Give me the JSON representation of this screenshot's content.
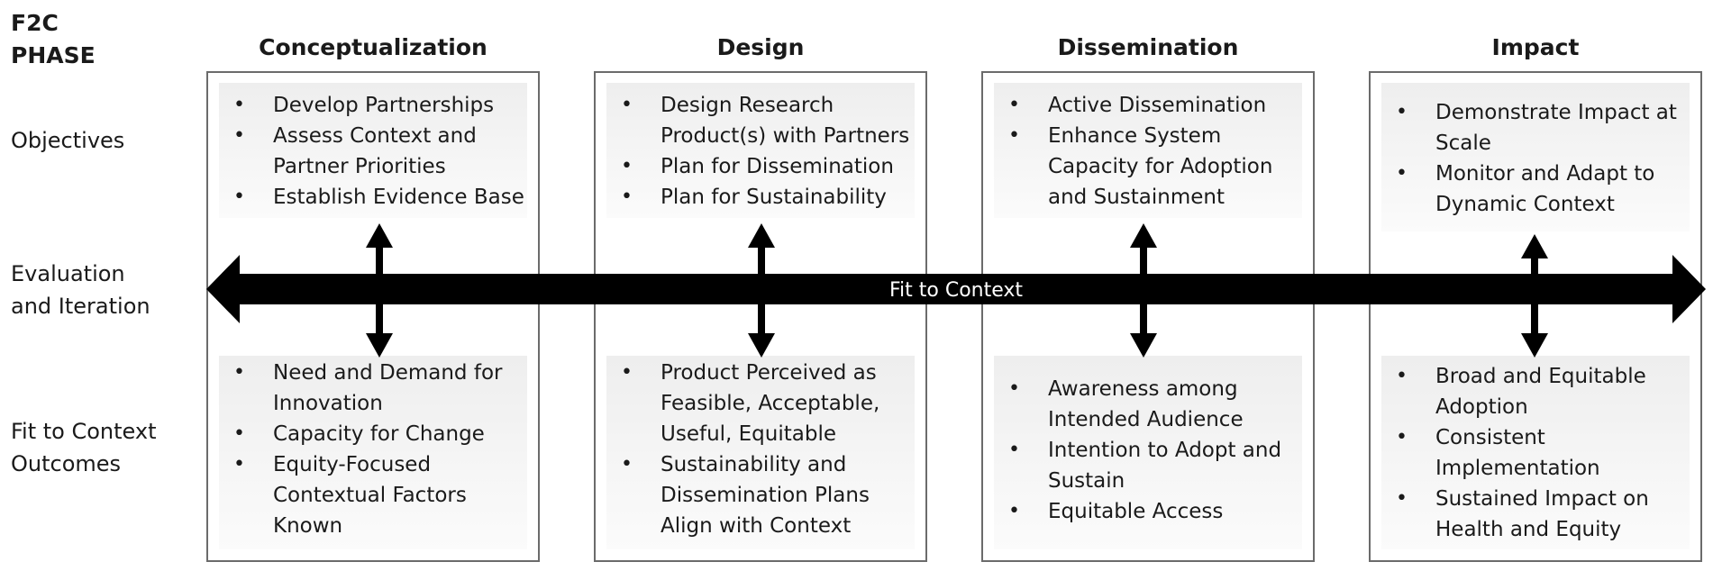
{
  "phase_label": {
    "line1": "F2C",
    "line2": "PHASE"
  },
  "row_labels": {
    "objectives": "Objectives",
    "evaluation_line1": "Evaluation",
    "evaluation_line2": "and Iteration",
    "outcomes_line1": "Fit to Context",
    "outcomes_line2": "Outcomes"
  },
  "axis_label": "Fit to Context",
  "columns": [
    {
      "title": "Conceptualization",
      "objectives": [
        "Develop Partnerships",
        "Assess Context and Partner Priorities",
        "Establish Evidence Base"
      ],
      "outcomes": [
        "Need and Demand for Innovation",
        "Capacity for Change",
        "Equity-Focused Contextual Factors Known"
      ]
    },
    {
      "title": "Design",
      "objectives": [
        "Design Research Product(s) with Partners",
        "Plan for Dissemination",
        "Plan for Sustainability"
      ],
      "outcomes": [
        "Product Perceived as Feasible, Acceptable, Useful, Equitable",
        "Sustainability and Dissemination Plans Align with Context"
      ]
    },
    {
      "title": "Dissemination",
      "objectives": [
        "Active Dissemination",
        "Enhance System Capacity for Adoption and Sustainment"
      ],
      "outcomes": [
        "Awareness among Intended Audience",
        "Intention to Adopt and Sustain",
        "Equitable Access"
      ]
    },
    {
      "title": "Impact",
      "objectives": [
        "Demonstrate Impact at Scale",
        "Monitor and Adapt to Dynamic Context"
      ],
      "outcomes": [
        "Broad and Equitable Adoption",
        "Consistent Implementation",
        "Sustained Impact on Health and Equity"
      ]
    }
  ]
}
